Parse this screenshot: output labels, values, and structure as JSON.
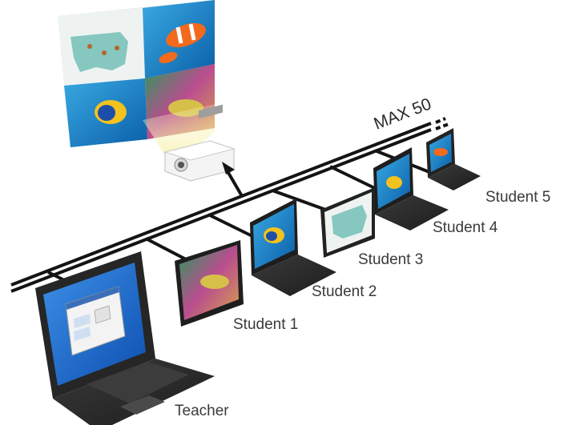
{
  "diagram": {
    "max_label": "MAX 50",
    "devices": {
      "teacher": "Teacher",
      "student1": "Student 1",
      "student2": "Student 2",
      "student3": "Student 3",
      "student4": "Student 4",
      "student5": "Student 5"
    },
    "colors": {
      "network_line": "#141414",
      "laptop_body": "#2b2b2b",
      "screen_blue": "#1d6fd6",
      "projection_map_bg": "#eef3f2",
      "projection_ocean": "#1b8fd0",
      "label_text": "#3a3a3a"
    }
  }
}
